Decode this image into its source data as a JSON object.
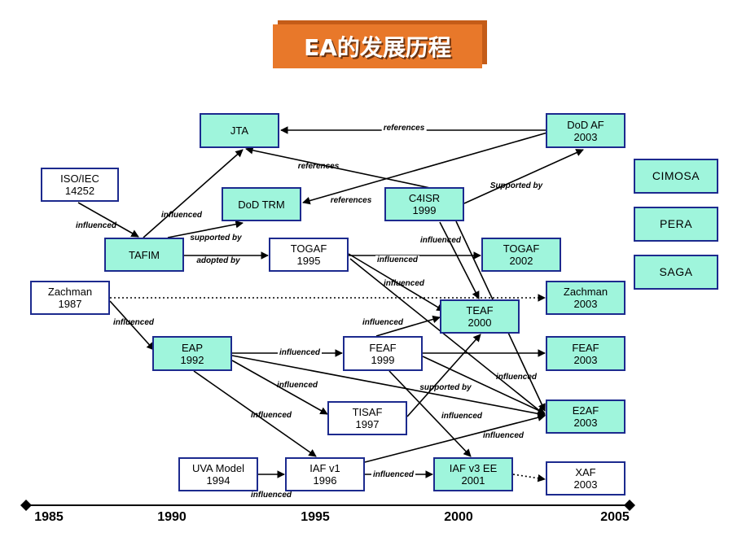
{
  "title": "EA的发展历程",
  "nodes": {
    "jta": {
      "name": "JTA"
    },
    "dodaf": {
      "name": "DoD AF",
      "year": "2003"
    },
    "isoiec": {
      "name": "ISO/IEC",
      "year": "14252"
    },
    "dodtrm": {
      "name": "DoD TRM"
    },
    "c4isr": {
      "name": "C4ISR",
      "year": "1999"
    },
    "tafim": {
      "name": "TAFIM"
    },
    "togaf1995": {
      "name": "TOGAF",
      "year": "1995"
    },
    "togaf2002": {
      "name": "TOGAF",
      "year": "2002"
    },
    "zachman1987": {
      "name": "Zachman",
      "year": "1987"
    },
    "zachman2003": {
      "name": "Zachman",
      "year": "2003"
    },
    "teaf": {
      "name": "TEAF",
      "year": "2000"
    },
    "eap": {
      "name": "EAP",
      "year": "1992"
    },
    "feaf1999": {
      "name": "FEAF",
      "year": "1999"
    },
    "feaf2003": {
      "name": "FEAF",
      "year": "2003"
    },
    "tisaf": {
      "name": "TISAF",
      "year": "1997"
    },
    "e2af": {
      "name": "E2AF",
      "year": "2003"
    },
    "uva": {
      "name": "UVA Model",
      "year": "1994"
    },
    "iafv1": {
      "name": "IAF v1",
      "year": "1996"
    },
    "iafv3": {
      "name": "IAF v3 EE",
      "year": "2001"
    },
    "xaf": {
      "name": "XAF",
      "year": "2003"
    }
  },
  "side_boxes": {
    "cimosa": "CIMOSA",
    "pera": "PERA",
    "saga": "SAGA"
  },
  "edge_labels": {
    "dodaf_jta": "references",
    "c4isr_jta": "references",
    "dodaf_dodtrm": "references",
    "c4isr_dodaf": "Supported by",
    "tafim_jta": "influenced",
    "isoiec_tafim": "influenced",
    "tafim_dodtrm": "supported by",
    "tafim_togaf": "adopted by",
    "togaf_togaf2002": "influenced",
    "c4isr_teaf": "influenced",
    "togaf_teaf": "influenced",
    "zachman_eap": "influenced",
    "feaf_teaf": "influenced",
    "eap_feaf": "influenced",
    "feaf_e2af": "influenced",
    "eap_tisaf": "influenced",
    "tisaf_teaf": "supported by",
    "eap_iafv1": "influenced",
    "feaf_iafv3": "influenced",
    "iafv1_e2af": "influenced",
    "iafv1_iafv3": "influenced",
    "uva_iafv1": "influenced"
  },
  "timeline": {
    "ticks": [
      "1985",
      "1990",
      "1995",
      "2000",
      "2005"
    ]
  },
  "colors": {
    "node_fill_highlight": "#9ff5dc",
    "node_fill_plain": "#ffffff",
    "node_border": "#1c2a8e",
    "title_bg": "#e8782a"
  }
}
